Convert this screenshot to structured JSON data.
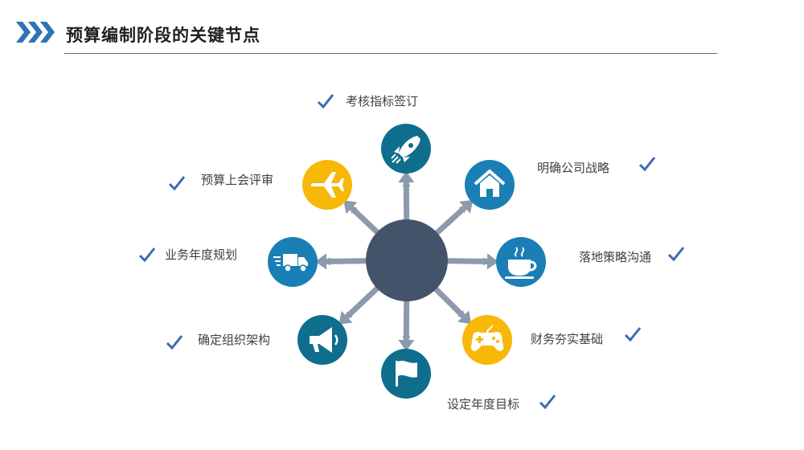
{
  "title": "预算编制阶段的关键节点",
  "colors": {
    "hub": "#435369",
    "arrow": "#8d99ac",
    "teal": "#0f6e8e",
    "blue": "#1a7fb5",
    "yellow": "#f8b808",
    "check": "#3d6bb3",
    "chevron": "#2e74b5"
  },
  "nodes": [
    {
      "id": "rocket",
      "label": "考核指标签订",
      "color": "teal",
      "icon": "rocket-icon"
    },
    {
      "id": "house",
      "label": "明确公司战略",
      "color": "blue",
      "icon": "house-icon"
    },
    {
      "id": "cup",
      "label": "落地策略沟通",
      "color": "blue",
      "icon": "coffee-cup-icon"
    },
    {
      "id": "gamepad",
      "label": "财务夯实基础",
      "color": "yellow",
      "icon": "gamepad-icon"
    },
    {
      "id": "flag",
      "label": "设定年度目标",
      "color": "teal",
      "icon": "flag-icon"
    },
    {
      "id": "megaphone",
      "label": "确定组织架构",
      "color": "teal",
      "icon": "megaphone-icon"
    },
    {
      "id": "truck",
      "label": "业务年度规划",
      "color": "blue",
      "icon": "truck-icon"
    },
    {
      "id": "plane",
      "label": "预算上会评审",
      "color": "yellow",
      "icon": "airplane-icon"
    }
  ]
}
